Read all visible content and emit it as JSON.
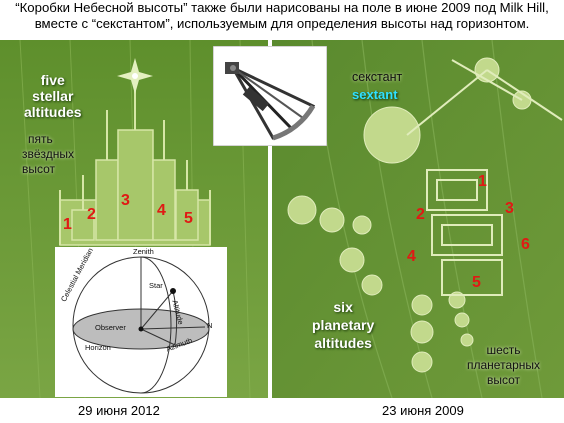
{
  "caption": {
    "line1": "“Коробки Небесной высоты” также были нарисованы на поле в июне 2009 под Milk Hill,",
    "line2": "вместе с “секстантом”, используемым для определения высоты над горизонтом."
  },
  "left_photo": {
    "label_en": [
      "five",
      "stellar",
      "altitudes"
    ],
    "label_ru": [
      "пять",
      "звёздных",
      "высот"
    ],
    "numbers": [
      "1",
      "2",
      "3",
      "4",
      "5"
    ],
    "date": "29 июня 2012"
  },
  "right_photo": {
    "label_ru": "секстант",
    "label_en": "sextant",
    "numbers": [
      "1",
      "2",
      "3",
      "4",
      "5",
      "6"
    ],
    "bottom_en": [
      "six",
      "planetary",
      "altitudes"
    ],
    "bottom_ru": [
      "шесть",
      "планетарных",
      "высот"
    ],
    "date": "23 июня 2009"
  },
  "sphere_diagram": {
    "zenith": "Zenith",
    "meridian": "Celestial Meridian",
    "star": "Star",
    "altitude": "Altitude",
    "observer": "Observer",
    "n": "N",
    "horizon": "Horizon",
    "azimuth": "Azimuth"
  },
  "colors": {
    "field_green": "#6f9a3a",
    "number_red": "#e01a14",
    "sextant_cyan": "#2fe0ff"
  }
}
